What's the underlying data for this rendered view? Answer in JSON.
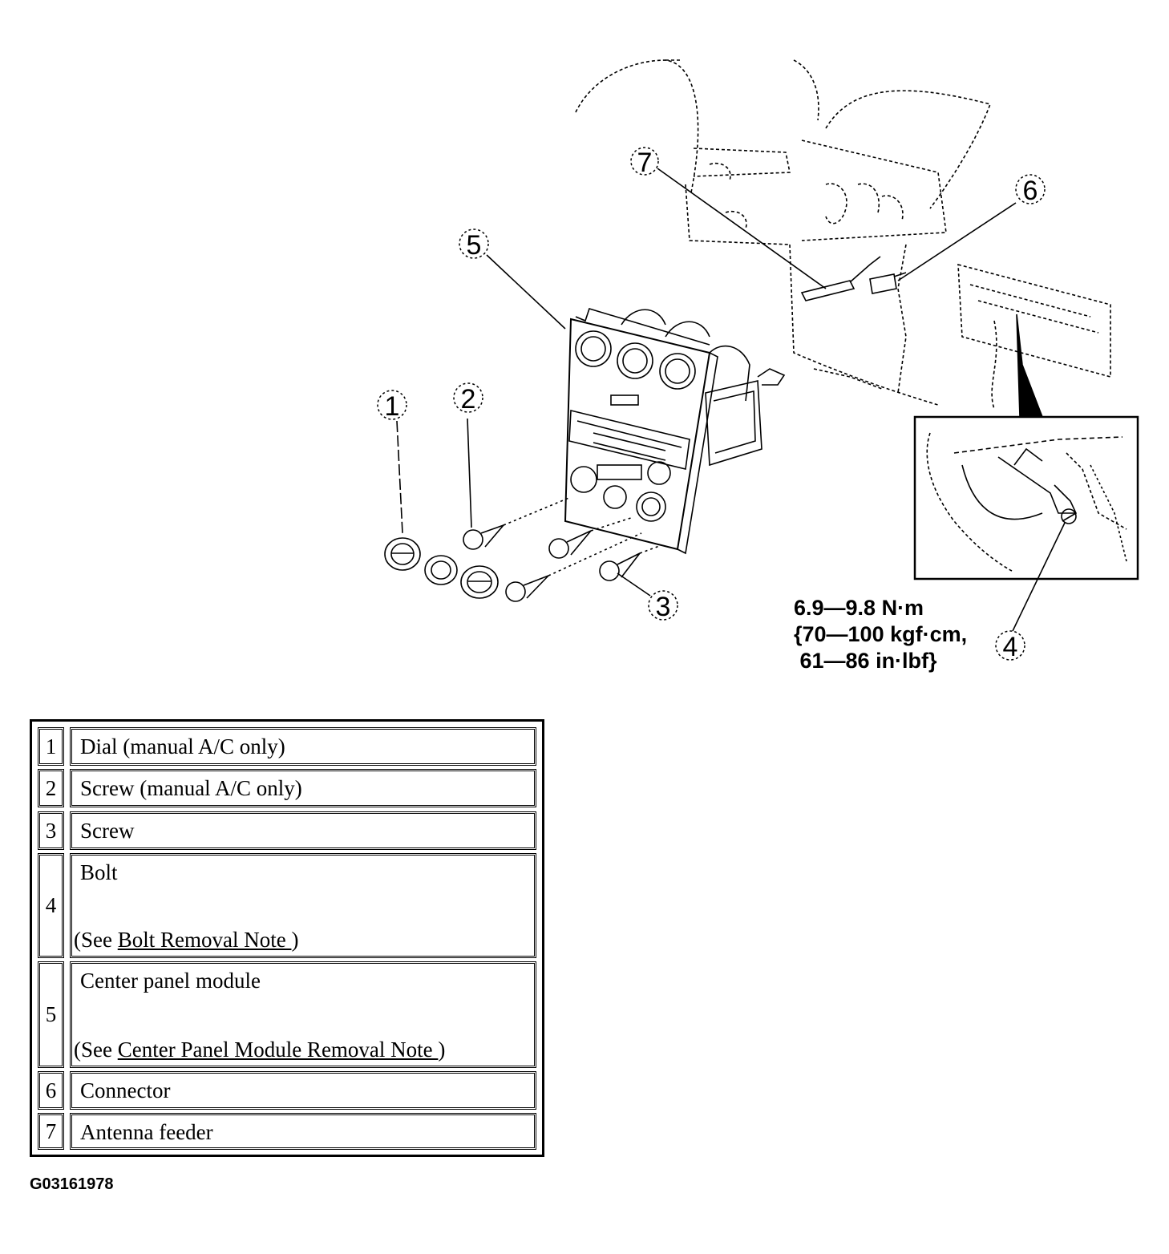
{
  "callouts": [
    "1",
    "2",
    "3",
    "4",
    "5",
    "6",
    "7"
  ],
  "torque_spec": {
    "line1": "6.9—9.8 N·m",
    "line2": "{70—100 kgf·cm,",
    "line3": " 61—86 in·lbf}"
  },
  "legend": [
    {
      "num": "1",
      "desc": "Dial (manual A/C only)"
    },
    {
      "num": "2",
      "desc": "Screw (manual A/C only)"
    },
    {
      "num": "3",
      "desc": "Screw"
    },
    {
      "num": "4",
      "desc": "Bolt",
      "note_prefix": "(See ",
      "note_link": "Bolt Removal Note ",
      "note_suffix": ")"
    },
    {
      "num": "5",
      "desc": "Center panel module",
      "note_prefix": "(See ",
      "note_link": "Center Panel Module Removal Note ",
      "note_suffix": ")"
    },
    {
      "num": "6",
      "desc": "Connector"
    },
    {
      "num": "7",
      "desc": "Antenna feeder"
    }
  ],
  "figure_id": "G03161978"
}
